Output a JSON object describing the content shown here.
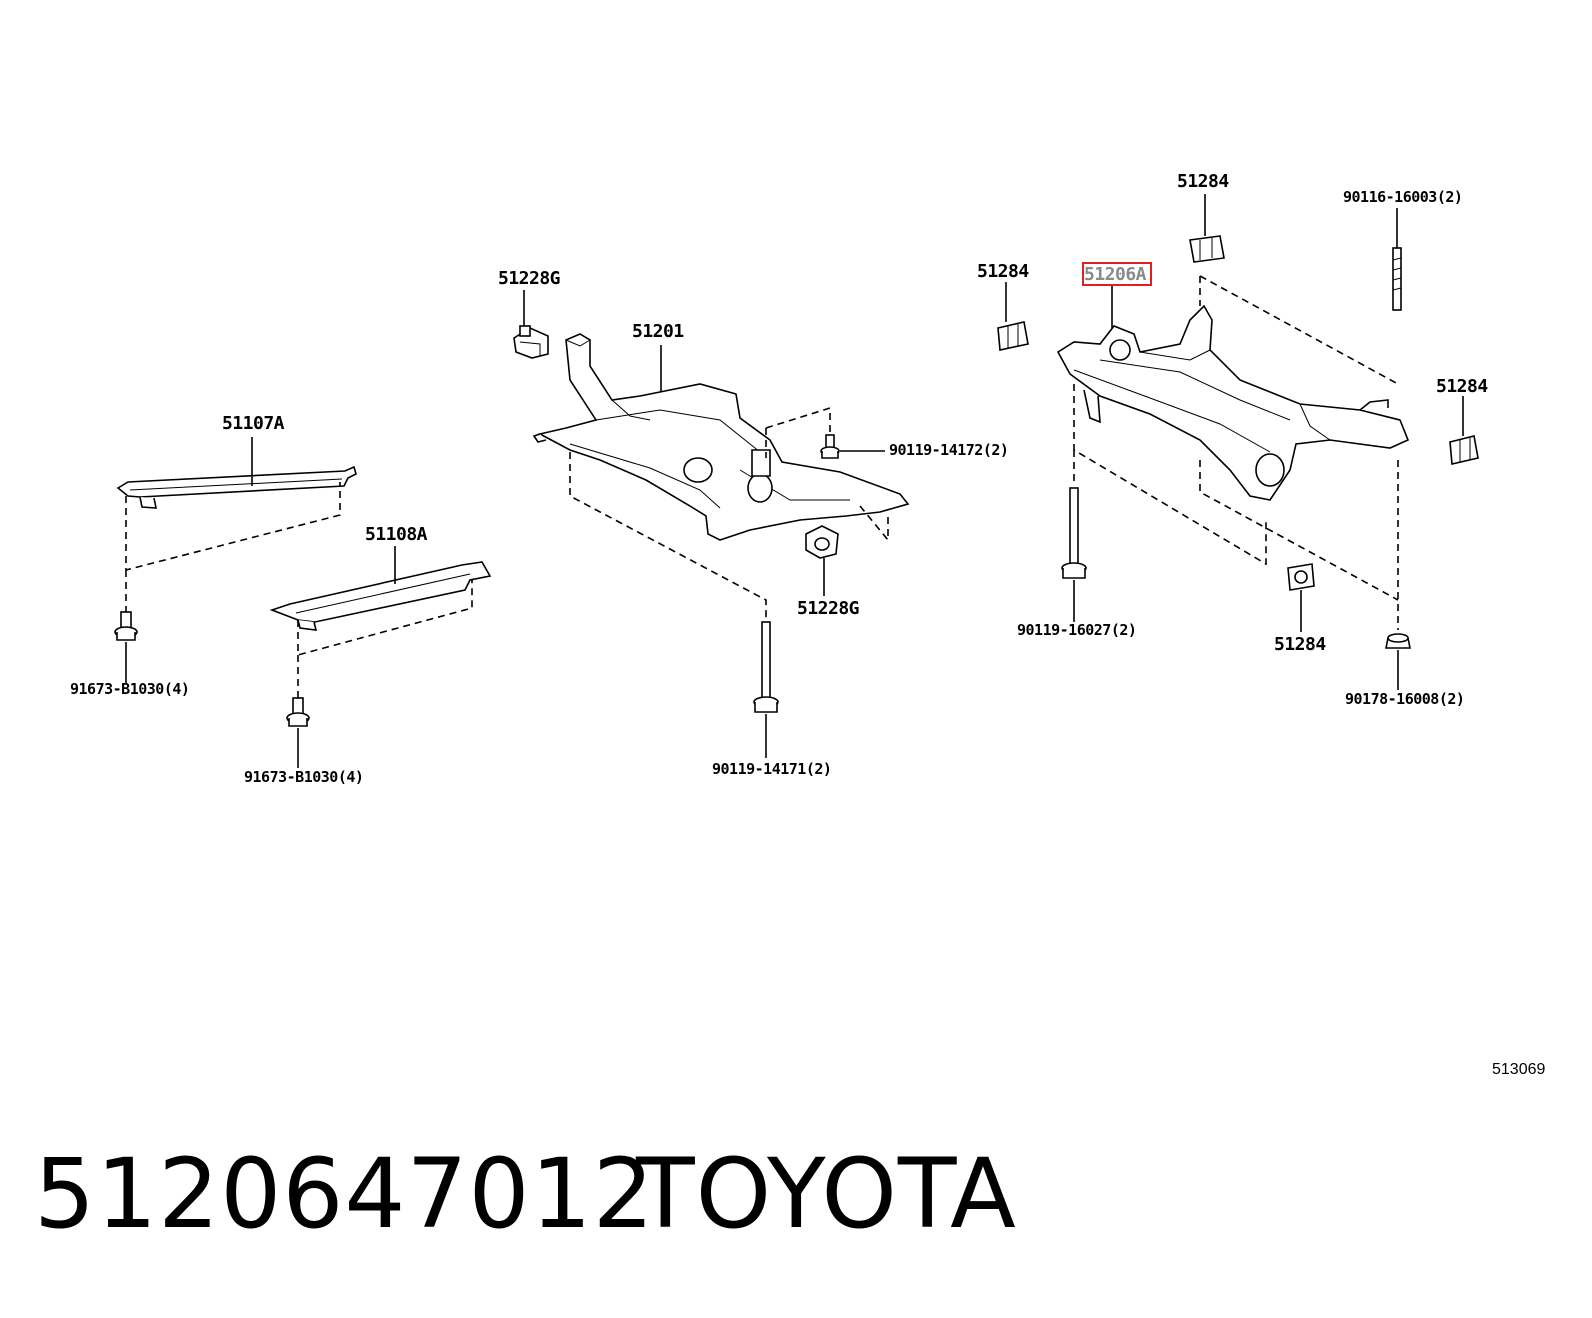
{
  "labels": {
    "p51107A": "51107A",
    "p51108A": "51108A",
    "p91673_a": "91673-B1030(4)",
    "p91673_b": "91673-B1030(4)",
    "p51228G_top": "51228G",
    "p51201": "51201",
    "p90119_14172": "90119-14172(2)",
    "p51228G_bottom": "51228G",
    "p90119_14171": "90119-14171(2)",
    "p51284_top": "51284",
    "p51284_left": "51284",
    "p51206A": "51206A",
    "p90116_16003": "90116-16003(2)",
    "p51284_right": "51284",
    "p51284_bottom": "51284",
    "p90119_16027": "90119-16027(2)",
    "p90178_16008": "90178-16008(2)"
  },
  "diagram_code": "513069",
  "footer": {
    "part_number": "5120647012",
    "brand": "TOYOTA"
  },
  "highlight": {
    "color": "#e02020",
    "target": "51206A"
  }
}
